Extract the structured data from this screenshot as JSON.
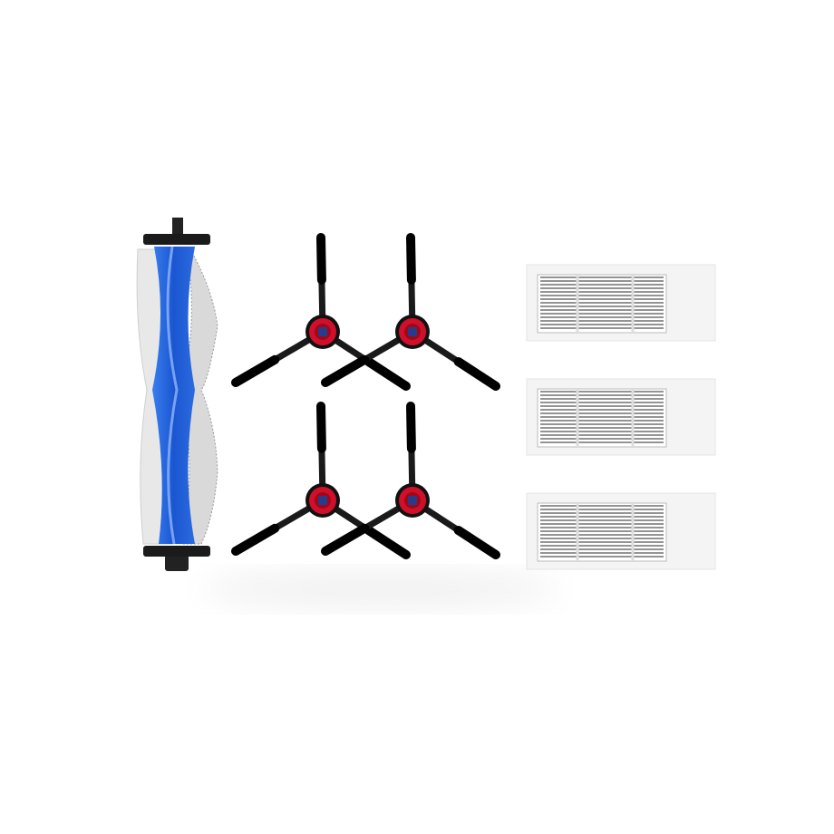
{
  "product_photo": {
    "items": {
      "roller_brush_count": 1,
      "side_brush_count": 4,
      "filter_count": 3
    },
    "colors": {
      "background": "#ffffff",
      "roller_blue": "#1f5fd6",
      "roller_bristle": "#e6e6e6",
      "side_brush_arm": "#1a1a1a",
      "side_brush_hub": "#d0102a",
      "filter_frame": "#f4f4f4",
      "filter_mesh": "#555555"
    }
  }
}
